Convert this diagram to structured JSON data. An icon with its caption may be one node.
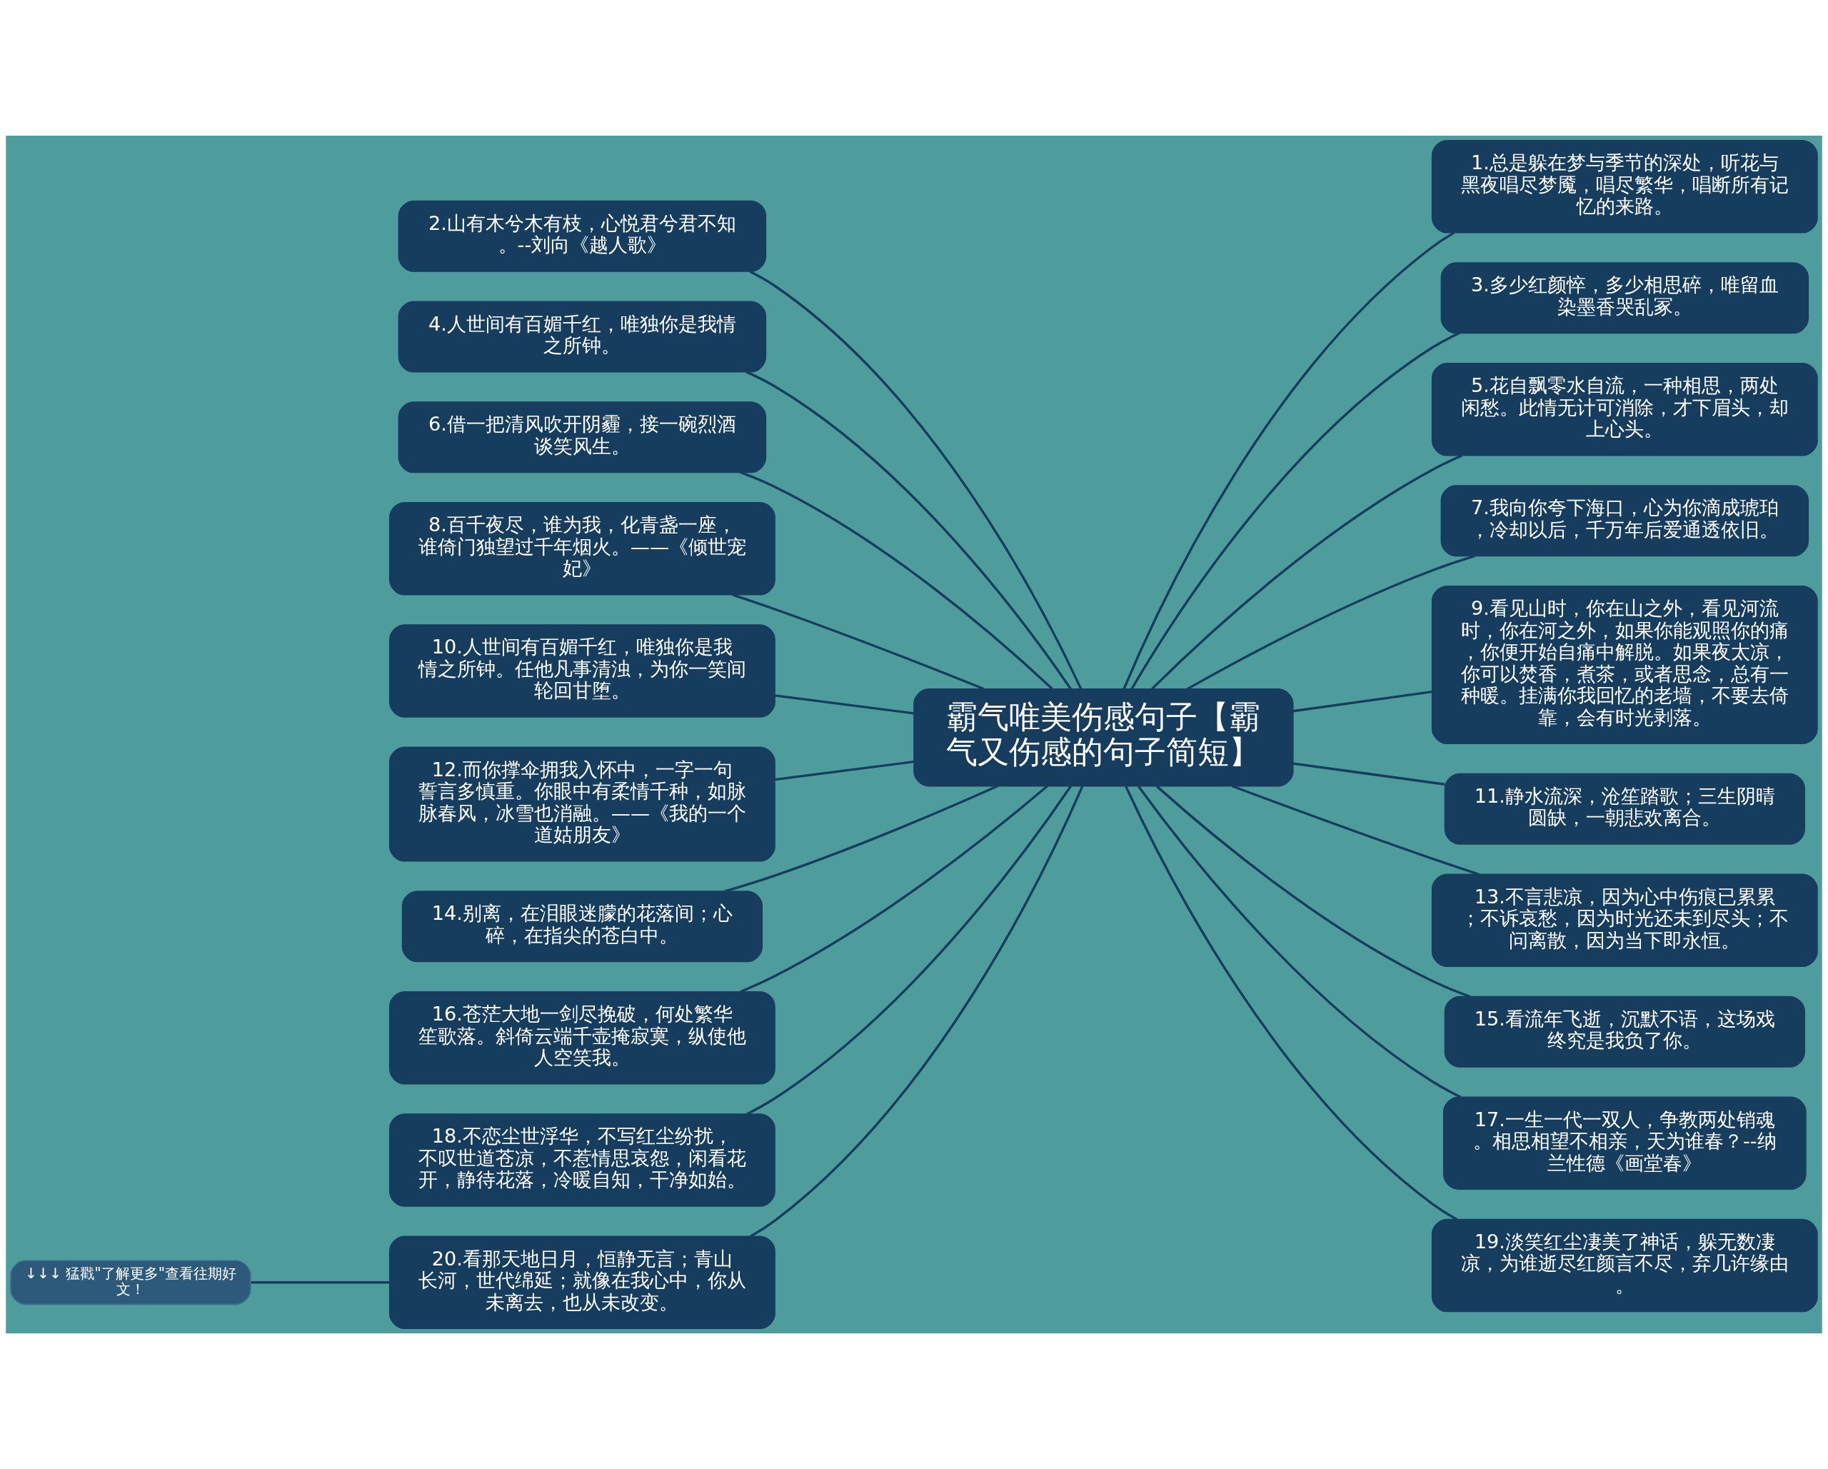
{
  "diagram": {
    "nodes": [
      {
        "text": [
          "霸气唯美伤感句子【霸气又伤感的句子简短】"
        ]
      },
      {
        "text": [
          "1.总是躲在梦与季节的深处，听花与黑夜唱尽梦魇，唱尽繁华，唱断所有记忆的来路。"
        ]
      },
      {
        "text": [
          "2.山有木兮木有枝，心悦君兮君不知。--刘向《越人歌》"
        ]
      },
      {
        "text": [
          "3.多少红颜悴，多少相思碎，唯留血染墨香哭乱冢。"
        ]
      },
      {
        "text": [
          "4.人世间有百媚千红，唯独你是我情之所钟。"
        ]
      },
      {
        "text": [
          "5.花自飘零水自流，一种相思，两处闲愁。此情无计可消除，才下眉头，却上心头。"
        ]
      },
      {
        "text": [
          "6.借一把清风吹开阴霾，接一碗烈酒谈笑风生。"
        ]
      },
      {
        "text": [
          "7.我向你夸下海口，心为你滴成琥珀，冷却以后，千万年后爱通透依旧。"
        ]
      },
      {
        "text": [
          "8.百千夜尽，谁为我，化青盏一座，谁倚门独望过千年烟火。——《倾世宠妃》"
        ]
      },
      {
        "text": [
          "9.看见山时，你在山之外，看见河流时，你在河之外，如果你能观照你的痛，你便开始自痛中解脱。如果夜太凉，你可以焚香，煮茶，或者思念，总有一种暖。挂满你我回忆的老墙，不要去倚靠，会有时光剥落。"
        ]
      },
      {
        "text": [
          "10.人世间有百媚千红，唯独你是我情之所钟。任他凡事清浊，为你一笑间轮回甘堕。"
        ]
      },
      {
        "text": [
          "11.静水流深，沧笙踏歌；三生阴晴圆缺，一朝悲欢离合。"
        ]
      },
      {
        "text": [
          "12.而你撑伞拥我入怀中，一字一句誓言多慎重。你眼中有柔情千种，如脉脉春风，冰雪也消融。——《我的一个道姑朋友》"
        ]
      },
      {
        "text": [
          "13.不言悲凉，因为心中伤痕已累累；不诉哀愁，因为时光还未到尽头；不问离散，因为当下即永恒。"
        ]
      },
      {
        "text": [
          "14.别离，在泪眼迷朦的花落间；心碎，在指尖的苍白中。"
        ]
      },
      {
        "text": [
          "15.看流年飞逝，沉默不语，这场戏终究是我负了你。"
        ]
      },
      {
        "text": [
          "16.苍茫大地一剑尽挽破，何处繁华笙歌落。斜倚云端千壶掩寂寞，纵使他人空笑我。"
        ]
      },
      {
        "text": [
          "17.一生一代一双人，争教两处销魂。相思相望不相亲，天为谁春？--纳兰性德《画堂春》"
        ]
      },
      {
        "text": [
          "18.不恋尘世浮华，不写红尘纷扰，不叹世道苍凉，不惹情思哀怨，闲看花开，静待花落，冷暖自知，干净如始。"
        ]
      },
      {
        "text": [
          "19.淡笑红尘凄美了神话，躲无数凄凉，为谁逝尽红颜言不尽，弃几许缘由。"
        ]
      },
      {
        "text": [
          "20.看那天地日月，恒静无言；青山长河，世代绵延；就像在我心中，你从未离去，也从未改变。"
        ]
      },
      {
        "text": [
          "↓↓↓ 猛戳\"了解更多\"查看往期好文！"
        ]
      }
    ],
    "edges": [
      {
        "from": 0,
        "to": 1,
        "arrow": "none"
      },
      {
        "from": 0,
        "to": 2,
        "arrow": "none"
      },
      {
        "from": 0,
        "to": 3,
        "arrow": "none"
      },
      {
        "from": 0,
        "to": 4,
        "arrow": "none"
      },
      {
        "from": 0,
        "to": 5,
        "arrow": "none"
      },
      {
        "from": 0,
        "to": 6,
        "arrow": "none"
      },
      {
        "from": 0,
        "to": 7,
        "arrow": "none"
      },
      {
        "from": 0,
        "to": 8,
        "arrow": "none"
      },
      {
        "from": 0,
        "to": 9,
        "arrow": "none"
      },
      {
        "from": 0,
        "to": 10,
        "arrow": "none"
      },
      {
        "from": 0,
        "to": 11,
        "arrow": "none"
      },
      {
        "from": 0,
        "to": 12,
        "arrow": "none"
      },
      {
        "from": 0,
        "to": 13,
        "arrow": "none"
      },
      {
        "from": 0,
        "to": 14,
        "arrow": "none"
      },
      {
        "from": 0,
        "to": 15,
        "arrow": "none"
      },
      {
        "from": 0,
        "to": 16,
        "arrow": "none"
      },
      {
        "from": 0,
        "to": 17,
        "arrow": "none"
      },
      {
        "from": 0,
        "to": 18,
        "arrow": "none"
      },
      {
        "from": 0,
        "to": 19,
        "arrow": "none"
      },
      {
        "from": 0,
        "to": 20,
        "arrow": "none"
      },
      {
        "from": 20,
        "to": 21,
        "arrow": "none"
      }
    ]
  }
}
